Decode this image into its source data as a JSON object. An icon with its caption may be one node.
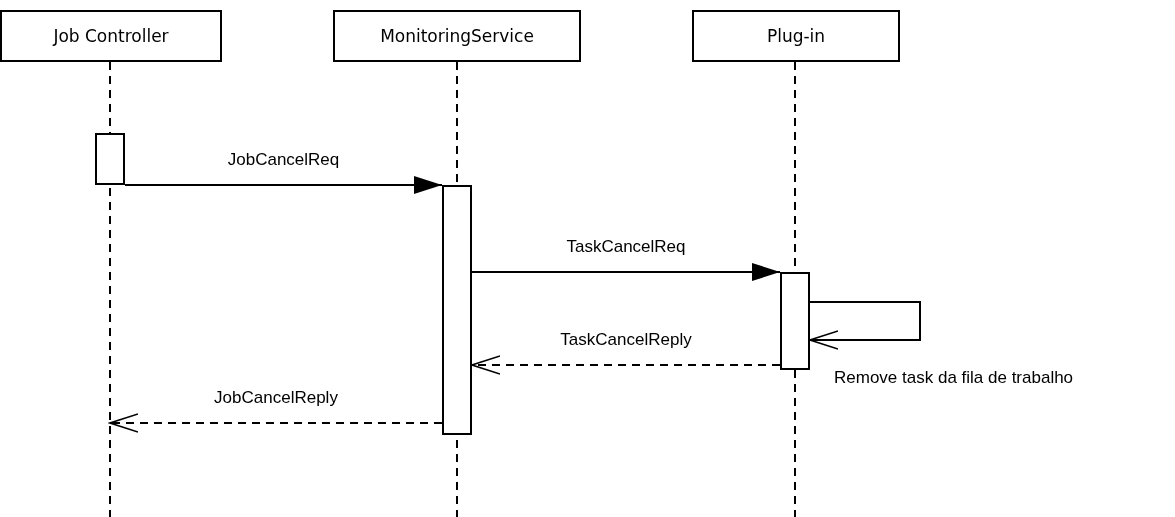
{
  "diagram": {
    "nodes": [
      {
        "text": [
          "Job Controller"
        ]
      },
      {
        "text": [
          "MonitoringService"
        ]
      },
      {
        "text": [
          "Plug-in"
        ]
      },
      {
        "text": [],
        "shape": "bar"
      },
      {
        "text": [],
        "shape": "bar"
      },
      {
        "text": [],
        "shape": "bar"
      }
    ],
    "edges": [
      {
        "from": 3,
        "to": 4,
        "arrow": "to",
        "label": "JobCancelReq"
      },
      {
        "from": 4,
        "to": 5,
        "arrow": "to",
        "label": "TaskCancelReq"
      },
      {
        "from": 5,
        "to": 5,
        "arrow": "to",
        "label": "Remove task da fila de trabalho"
      },
      {
        "from": 5,
        "to": 4,
        "arrow": "to",
        "label": "TaskCancelReply",
        "style": "dashed"
      },
      {
        "from": 4,
        "to": null,
        "arrow": "to",
        "label": "JobCancelReply",
        "style": "dashed"
      }
    ]
  }
}
